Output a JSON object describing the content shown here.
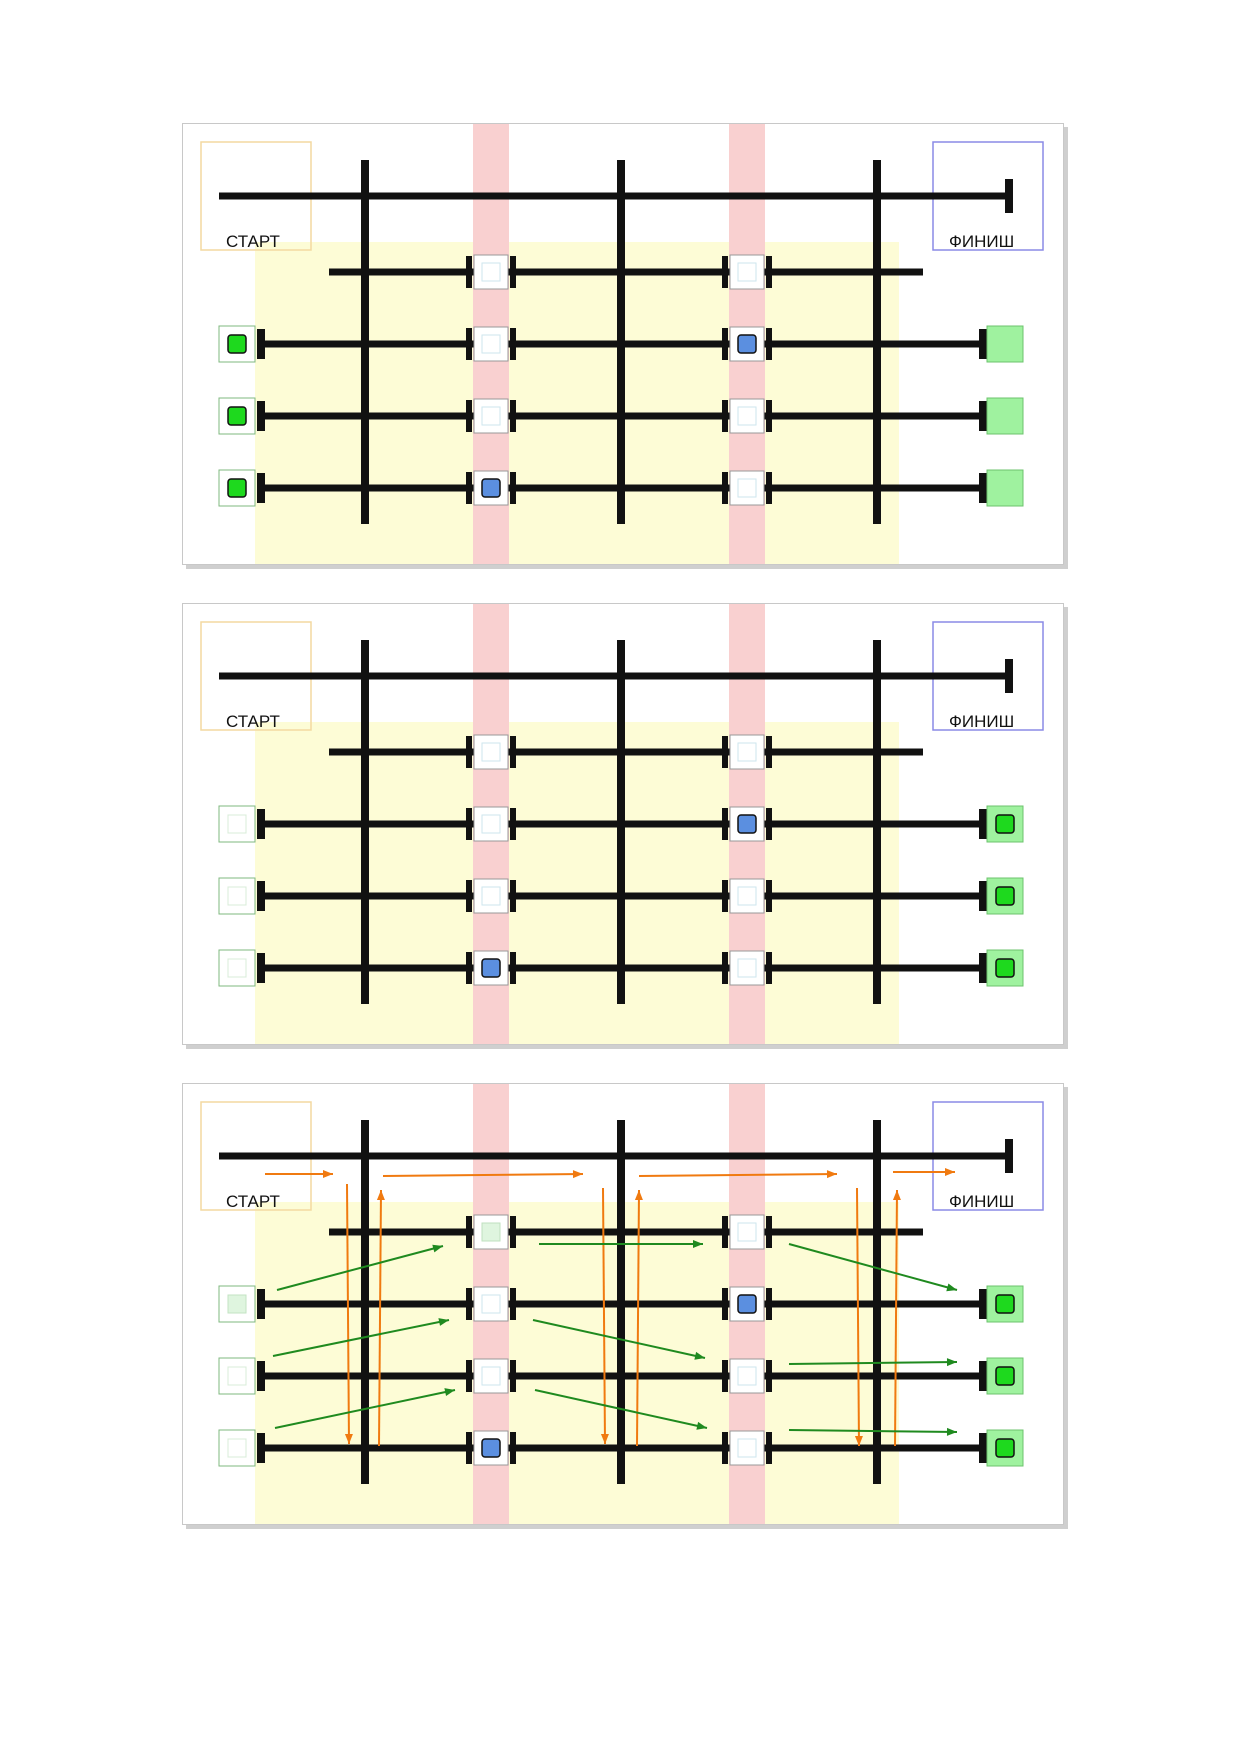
{
  "labels": {
    "start": "СТАРТ",
    "finish": "ФИНИШ"
  },
  "colors": {
    "background_zone": "#fdfcd6",
    "stage_column": "#f9d0d0",
    "rail": "#111111",
    "start_box": "#f3d9a0",
    "finish_box": "#8a8ae6",
    "active_green": "#1ed91e",
    "green_fill": "#9ff29f",
    "blue": "#5b8fe0",
    "orange_arrow": "#f07a10",
    "green_arrow": "#1f8a1f"
  },
  "panels": [
    {
      "name": "panel-1",
      "left_slots": [
        "active",
        "active",
        "active"
      ],
      "stage1_slots": [
        "empty",
        "empty",
        "empty",
        "blue"
      ],
      "stage2_slots": [
        "empty",
        "blue",
        "empty",
        "empty"
      ],
      "right_slots": [
        "filled",
        "filled",
        "filled"
      ],
      "arrows": false
    },
    {
      "name": "panel-2",
      "left_slots": [
        "empty",
        "empty",
        "empty"
      ],
      "stage1_slots": [
        "empty",
        "empty",
        "empty",
        "blue"
      ],
      "stage2_slots": [
        "empty",
        "blue",
        "empty",
        "empty"
      ],
      "right_slots": [
        "active",
        "active",
        "active"
      ],
      "arrows": false
    },
    {
      "name": "panel-3",
      "left_slots": [
        "faded",
        "empty",
        "empty"
      ],
      "stage1_slots": [
        "faded",
        "empty",
        "empty",
        "blue"
      ],
      "stage2_slots": [
        "empty",
        "blue",
        "empty",
        "empty"
      ],
      "right_slots": [
        "active",
        "active",
        "active"
      ],
      "arrows": true
    }
  ]
}
